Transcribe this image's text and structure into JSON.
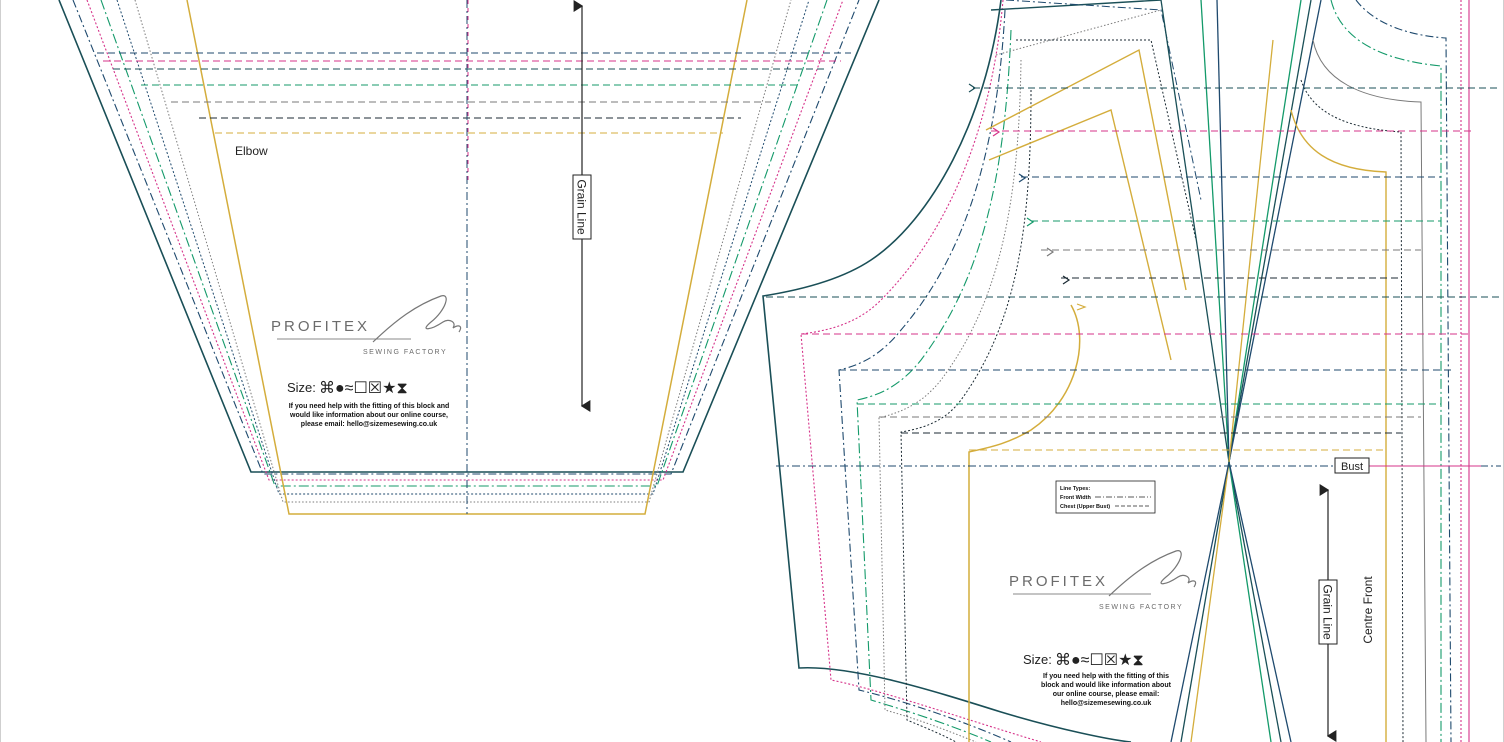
{
  "sleeve": {
    "elbow_label": "Elbow",
    "grain_label": "Grain Line",
    "brand": {
      "name": "PROFITEX",
      "script": "Jow",
      "tagline": "SEWING FACTORY"
    },
    "size_label": "Size:",
    "size_symbols": "⌘●≈☐☒★⧗",
    "help_lines": [
      "If you need help with the fitting of this block and",
      "would like information about our online course,",
      "please email: hello@sizemesewing.co.uk"
    ]
  },
  "bodice": {
    "grain_label": "Grain Line",
    "bust_label": "Bust",
    "centre_front_label": "Centre Front",
    "legend": {
      "title": "Line Types:",
      "items": [
        "Front Width",
        "Chest (Upper Bust)"
      ]
    },
    "brand": {
      "name": "PROFITEX",
      "script": "Jow",
      "tagline": "SEWING FACTORY"
    },
    "size_label": "Size:",
    "size_symbols": "⌘●≈☐☒★⧗",
    "help_lines": [
      "If you need help with the fitting of this",
      "block and would like information about",
      "our online course, please email:",
      "hello@sizemesewing.co.uk"
    ]
  },
  "colors": {
    "navy": "#1f4a6e",
    "teal": "#1a4f57",
    "green": "#149a6a",
    "magenta": "#d6338a",
    "gray": "#7a7a7a",
    "mustard": "#d4ad3c",
    "black": "#1b2a33"
  }
}
